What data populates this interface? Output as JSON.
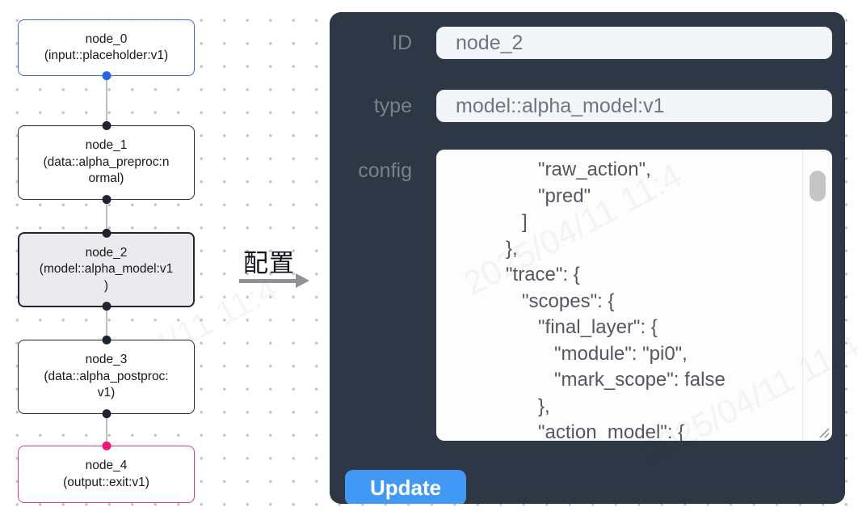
{
  "canvas": {
    "nodes": [
      {
        "id": "node_0",
        "type": "input::placeholder:v1",
        "variant": "input",
        "ports": [
          "bottom"
        ],
        "lines": [
          "node_0",
          "(input::placeholder:v1)"
        ]
      },
      {
        "id": "node_1",
        "type": "data::alpha_preproc:normal",
        "variant": "default",
        "ports": [
          "top",
          "bottom"
        ],
        "lines": [
          "node_1",
          "(data::alpha_preproc:n",
          "ormal)"
        ]
      },
      {
        "id": "node_2",
        "type": "model::alpha_model:v1",
        "variant": "selected",
        "ports": [
          "top",
          "bottom"
        ],
        "lines": [
          "node_2",
          "(model::alpha_model:v1",
          ")"
        ]
      },
      {
        "id": "node_3",
        "type": "data::alpha_postproc:v1",
        "variant": "default",
        "ports": [
          "top",
          "bottom"
        ],
        "lines": [
          "node_3",
          "(data::alpha_postproc:",
          "v1)"
        ]
      },
      {
        "id": "node_4",
        "type": "output::exit:v1",
        "variant": "output",
        "ports": [
          "top"
        ],
        "lines": [
          "node_4",
          "(output::exit:v1)"
        ]
      }
    ]
  },
  "annotation": {
    "label": "配置"
  },
  "panel": {
    "fields": {
      "id": {
        "label": "ID",
        "value": "node_2"
      },
      "type": {
        "label": "type",
        "value": "model::alpha_model:v1"
      },
      "config": {
        "label": "config",
        "lines": [
          "               \"raw_action\",",
          "               \"pred\"",
          "            ]",
          "         },",
          "         \"trace\": {",
          "            \"scopes\": {",
          "               \"final_layer\": {",
          "                  \"module\": \"pi0\",",
          "                  \"mark_scope\": false",
          "               },",
          "               \"action_model\": {"
        ]
      }
    },
    "update_button": "Update"
  },
  "watermark": {
    "text": "2025/04/11 11:4"
  },
  "colors": {
    "panel_bg": "#2d3745",
    "button_bg": "#4298f5",
    "input_node_border": "#3c69d3",
    "output_node_border": "#e03a81",
    "selected_node_fill": "#ebebed",
    "default_node_border": "#222a3a",
    "port_blue": "#2563e8",
    "port_pink": "#ee1677",
    "port_dark": "#1d2330",
    "edge_gray": "#bcc0c6"
  }
}
